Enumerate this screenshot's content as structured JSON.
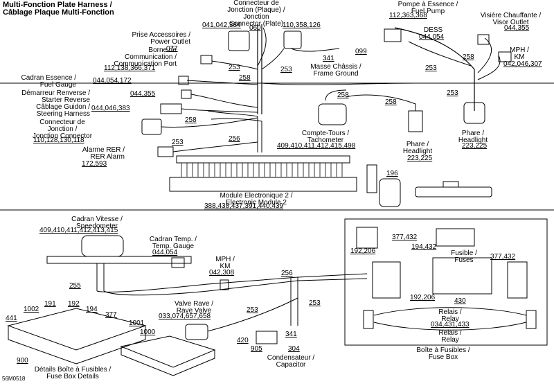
{
  "title": {
    "line1": "Multi-Fonction Plate Harness /",
    "line2": "Câblage Plaque Multi-Fonction"
  },
  "figure_code": "56M0518",
  "labels": {
    "connecteur_plaque": [
      "Connecteur de",
      "Jonction (Plaque) /",
      "Jonction",
      "Connector (Plate)"
    ],
    "pn_041_042_384": "041,042,384",
    "pn_060": "060",
    "pn_110_358_126": "110,358,126",
    "prise_accessoires": [
      "Prise Accessoires /",
      "Power Outlet"
    ],
    "pn_077": "077",
    "borne_comm": [
      "Borne de",
      "Communication /",
      "Communication Port"
    ],
    "pn_112_138_366_371": "112,138,366,371",
    "cadran_essence": [
      "Cadran Essence /",
      "Fuel Gauge"
    ],
    "pn_044_054_172": "044,054,172",
    "demarreur": [
      "Démarreur Renverse /",
      "Starter Reverse"
    ],
    "pn_044_355": "044,355",
    "cablage_guidon": [
      "Câblage Guidon /",
      "Steering Harness"
    ],
    "pn_044_046_383": "044,046,383",
    "connecteur_jonction": [
      "Connecteur de",
      "Jonction /",
      "Jonction Connector"
    ],
    "pn_110_128_130_118": "110,128,130,118",
    "alarme": [
      "Alarme RER /",
      "RER Alarm"
    ],
    "pn_172_593": "172,593",
    "masse_chassis": [
      "Masse Châssis /",
      "Frame Ground"
    ],
    "pn_099": "099",
    "pn_341_top": "341",
    "pompe_essence": [
      "Pompe à Essence /",
      "Fuel Pump"
    ],
    "pn_112_363_368": "112,363,368",
    "visiere": [
      "Visière Chauffante /",
      "Visor Outlet"
    ],
    "pn_044_355b": "044,355",
    "dess": "DESS",
    "pn_044_054": "044,054",
    "mph_km_top": [
      "MPH /",
      "KM"
    ],
    "pn_042_046_307": "042,046,307",
    "compte_tours": [
      "Compte-Tours /",
      "Tachometer"
    ],
    "pn_409_410_411_412_415_498": "409,410,411,412,415,498",
    "phare_left": [
      "Phare /",
      "Headlight"
    ],
    "pn_223_225_left": "223,225",
    "phare_right": [
      "Phare /",
      "Headlight"
    ],
    "pn_223_225_right": "223,225",
    "module": [
      "Module Electronique 2 /",
      "Electronic Module 2"
    ],
    "pn_module": "388,438,437,391,440,439",
    "pn_196": "196",
    "cadran_vitesse": [
      "Cadran Vitesse /",
      "Speedometer"
    ],
    "pn_409_410_411_412_413_415": "409,410,411,412,413,415",
    "cadran_temp": [
      "Cadran Temp. /",
      "Temp. Gauge"
    ],
    "pn_044_054b": "044,054",
    "mph_km_mid": [
      "MPH /",
      "KM"
    ],
    "pn_042_308": "042,308",
    "pn_192_206_top": "192,206",
    "pn_377_432_top": "377,432",
    "pn_194_432": "194,432",
    "fusible": [
      "Fusible /",
      "Fuses"
    ],
    "pn_377_432_right": "377,432",
    "pn_192_206_bot": "192,206",
    "pn_430": "430",
    "relais_top": [
      "Relais /",
      "Relay"
    ],
    "pn_034_431_433": "034,431,433",
    "relais_bot": [
      "Relais /",
      "Relay"
    ],
    "boite_fusibles": [
      "Boîte à Fusibles /",
      "Fuse Box"
    ],
    "pn_191": "191",
    "pn_192": "192",
    "pn_194": "194",
    "pn_377": "377",
    "pn_1002": "1002",
    "pn_441": "441",
    "pn_1001": "1001",
    "pn_1000": "1000",
    "pn_900": "900",
    "details_boite": [
      "Détails Boîte à Fusibles /",
      "Fuse Box Details"
    ],
    "valve_rave": [
      "Valve Rave /",
      "Rave Valve"
    ],
    "pn_033_074_657_658": "033,074,657,658",
    "pn_420": "420",
    "pn_905": "905",
    "pn_341_bot": "341",
    "pn_304": "304",
    "condensateur": [
      "Condensateur /",
      "Capacitor"
    ],
    "pn_253_bot_a": "253",
    "pn_253_bot_b": "253",
    "pn_255": "255",
    "pn_256_mid": "256",
    "pn_256_left": "256",
    "pn_258_a": "258",
    "pn_258_b": "258",
    "pn_258_c": "258",
    "pn_258_d": "258",
    "pn_258_e": "258",
    "pn_253_a": "253",
    "pn_253_b": "253",
    "pn_253_c": "253",
    "pn_253_d": "253",
    "pn_253_e": "253"
  }
}
